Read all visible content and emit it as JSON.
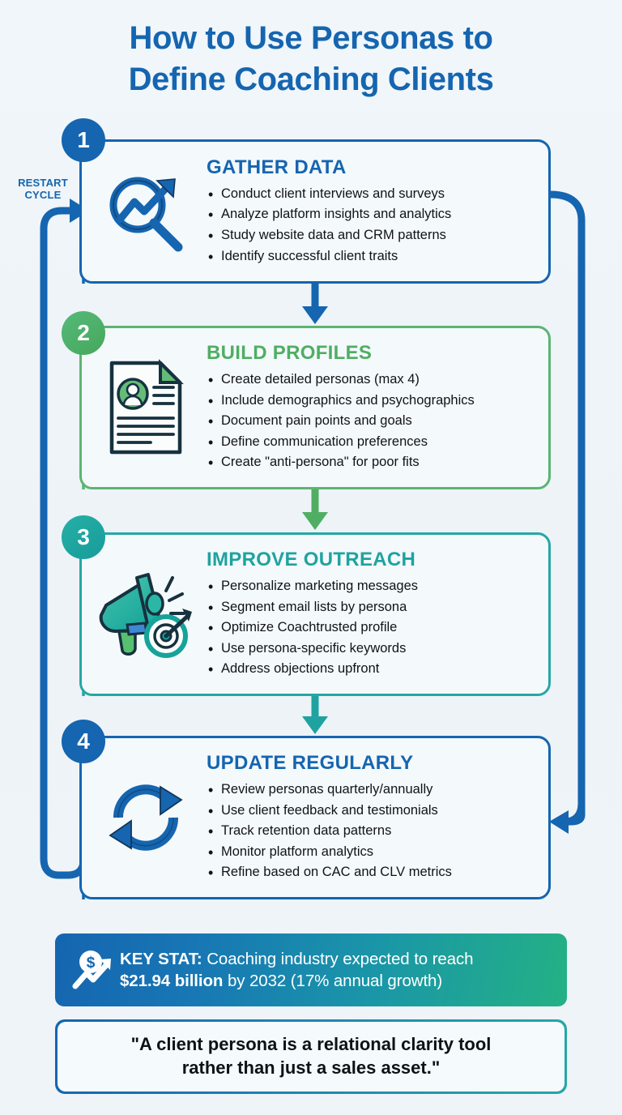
{
  "header": {
    "title_line1": "How to Use Personas to",
    "title_line2": "Define Coaching Clients",
    "title_color": "#1565B0"
  },
  "restart": {
    "line1": "RESTART",
    "line2": "CYCLE"
  },
  "steps": [
    {
      "number": "1",
      "heading": "GATHER DATA",
      "color": "#1565B0",
      "icon": "magnifier-trend-icon",
      "bullets": [
        "Conduct client interviews and surveys",
        "Analyze platform insights and analytics",
        "Study website data and CRM patterns",
        "Identify successful client traits"
      ]
    },
    {
      "number": "2",
      "heading": "BUILD PROFILES",
      "color": "#4FAE63",
      "icon": "profile-document-icon",
      "bullets": [
        "Create detailed personas (max 4)",
        "Include demographics and psychographics",
        "Document pain points and goals",
        "Define communication preferences",
        "Create \"anti-persona\" for poor fits"
      ]
    },
    {
      "number": "3",
      "heading": "IMPROVE OUTREACH",
      "color": "#1FA3A0",
      "icon": "megaphone-target-icon",
      "bullets": [
        "Personalize marketing messages",
        "Segment email lists by persona",
        "Optimize Coachtrusted profile",
        "Use persona-specific keywords",
        "Address objections upfront"
      ]
    },
    {
      "number": "4",
      "heading": "UPDATE REGULARLY",
      "color": "#1565B0",
      "icon": "refresh-cycle-icon",
      "bullets": [
        "Review personas quarterly/annually",
        "Use client feedback and testimonials",
        "Track retention data patterns",
        "Monitor platform analytics",
        "Refine based on CAC and CLV metrics"
      ]
    }
  ],
  "key_stat": {
    "label": "KEY STAT:",
    "line1_rest": " Coaching industry expected to reach",
    "amount": "$21.94 billion",
    "line2_rest": " by 2032 (17% annual growth)",
    "icon": "dollar-growth-icon",
    "gradient_from": "#1565B0",
    "gradient_to": "#24B184"
  },
  "quote": {
    "line1": "\"A client persona is a relational clarity tool",
    "line2": "rather than just a sales asset.\""
  }
}
